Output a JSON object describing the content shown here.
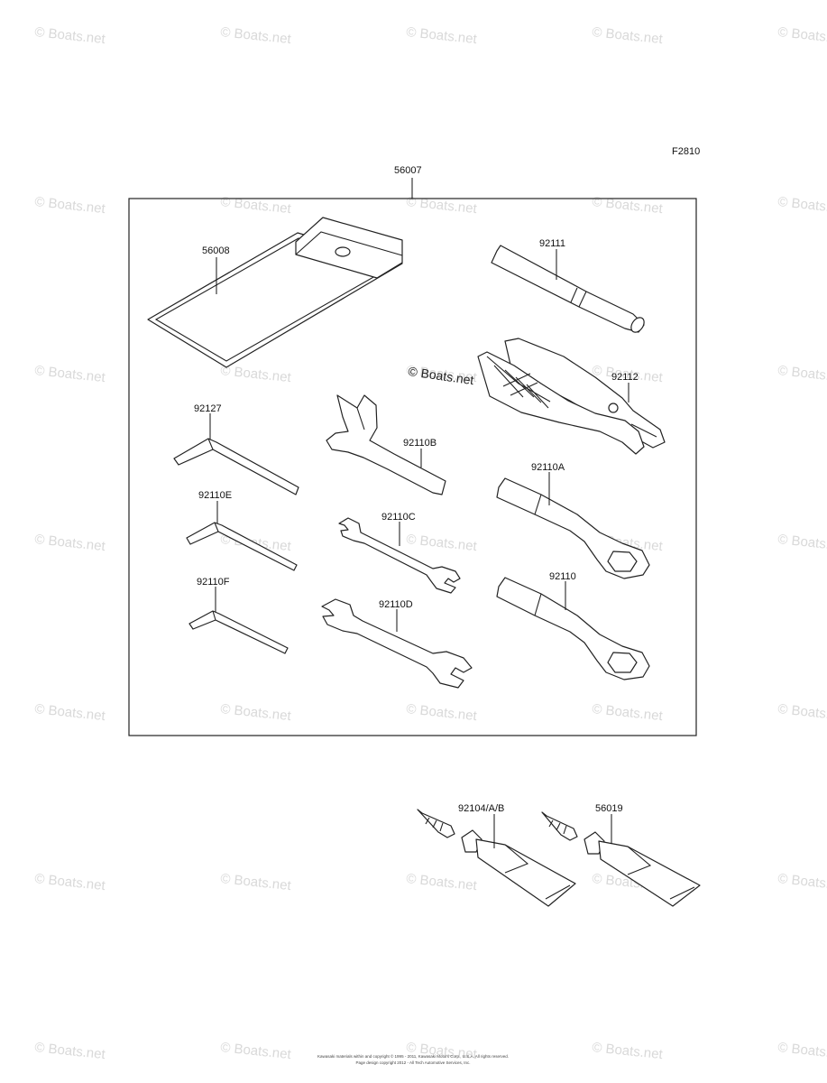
{
  "figure_code": "F2810",
  "assembly": {
    "part": "56007"
  },
  "parts": {
    "p56008": "56008",
    "p92111": "92111",
    "p92112": "92112",
    "p92127": "92127",
    "p92110B": "92110B",
    "p92110E": "92110E",
    "p92110A": "92110A",
    "p92110C": "92110C",
    "p92110F": "92110F",
    "p92110": "92110",
    "p92110D": "92110D",
    "p92104": "92104/A/B",
    "p56019": "56019"
  },
  "center_watermark": "© Boats.net",
  "watermark_text": "© Boats.net",
  "footer": {
    "line1": "Kawasaki materials within and copyright © 1995 - 2011, Kawasaki Motors Corp., U.S.A. All rights reserved.",
    "line2": "Page design copyright 2012 - All Tech Automotive Services, Inc."
  }
}
